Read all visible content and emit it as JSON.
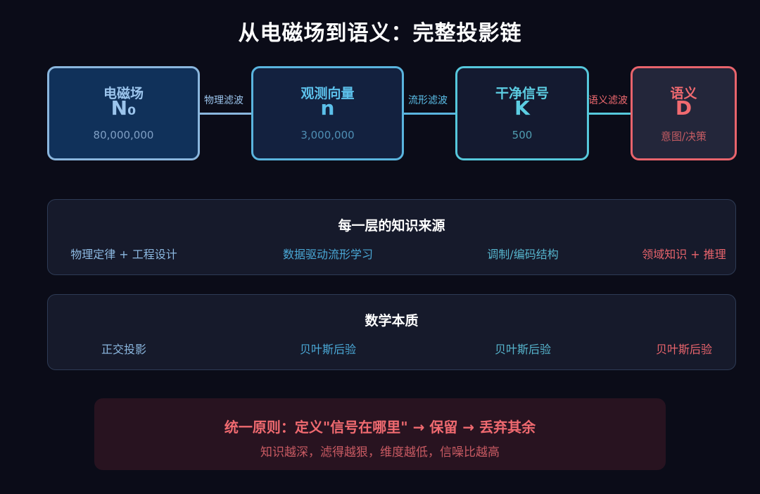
{
  "title": "从电磁场到语义：完整投影链",
  "chain": [
    {
      "name": "电磁场",
      "symbol": "N₀",
      "value": "80,000,000"
    },
    {
      "name": "观测向量",
      "symbol": "n",
      "value": "3,000,000"
    },
    {
      "name": "干净信号",
      "symbol": "K",
      "value": "500"
    },
    {
      "name": "语义",
      "symbol": "D",
      "value": "意图/决策"
    }
  ],
  "filters": [
    "物理滤波",
    "流形滤波",
    "语义滤波"
  ],
  "knowledge": {
    "heading": "每一层的知识来源",
    "cells": [
      "物理定律 + 工程设计",
      "数据驱动流形学习",
      "调制/编码结构",
      "领域知识 + 推理"
    ]
  },
  "math": {
    "heading": "数学本质",
    "cells": [
      "正交投影",
      "贝叶斯后验",
      "贝叶斯后验",
      "贝叶斯后验"
    ]
  },
  "principle": {
    "title": "统一原则：定义\"信号在哪里\" → 保留 → 丢弃其余",
    "subtitle": "知识越深，滤得越狠，维度越低，信噪比越高"
  },
  "colors": {
    "background": "#0b0c18",
    "stage1": "#8ab6dd",
    "stage2": "#5ab4de",
    "stage3": "#56c8dc",
    "stage4": "#e8646c"
  }
}
